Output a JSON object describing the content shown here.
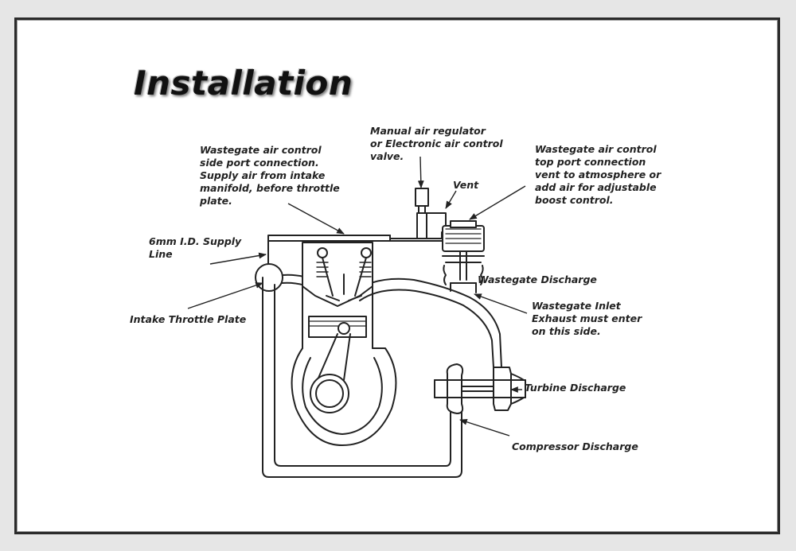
{
  "title": "Installation",
  "labels": {
    "manual_regulator": "Manual air regulator\nor Electronic air control\nvalve.",
    "side_port": "Wastegate air control\nside port connection.\nSupply air from intake\nmanifold, before throttle\nplate.",
    "top_port": "Wastegate air control\ntop port connection\nvent to atmosphere or\nadd air for adjustable\nboost control.",
    "vent": "Vent",
    "supply_line": "6mm I.D. Supply\nLine",
    "wastegate_discharge": "Wastegate Discharge",
    "wastegate_inlet": "Wastegate Inlet\nExhaust must enter\non this side.",
    "intake_throttle": "Intake Throttle Plate",
    "turbine_discharge": "Turbine Discharge",
    "compressor_discharge": "Compressor Discharge"
  },
  "colors": {
    "ink": "#222222",
    "paper": "#ffffff",
    "background": "#e6e6e6"
  }
}
